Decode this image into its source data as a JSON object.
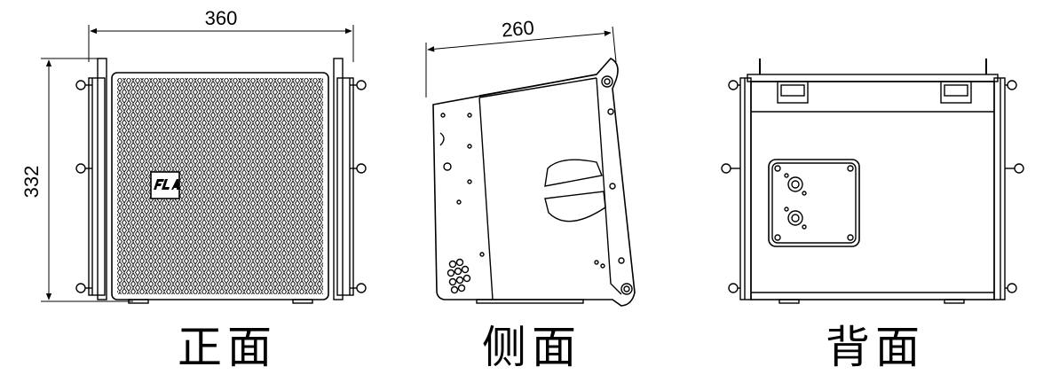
{
  "views": {
    "front": {
      "caption": "正面",
      "width_label": "360",
      "height_label": "332",
      "logo_text": "FLA"
    },
    "side": {
      "caption": "侧面",
      "depth_label": "260"
    },
    "back": {
      "caption": "背面"
    }
  },
  "colors": {
    "line": "#000000",
    "background": "#ffffff"
  }
}
